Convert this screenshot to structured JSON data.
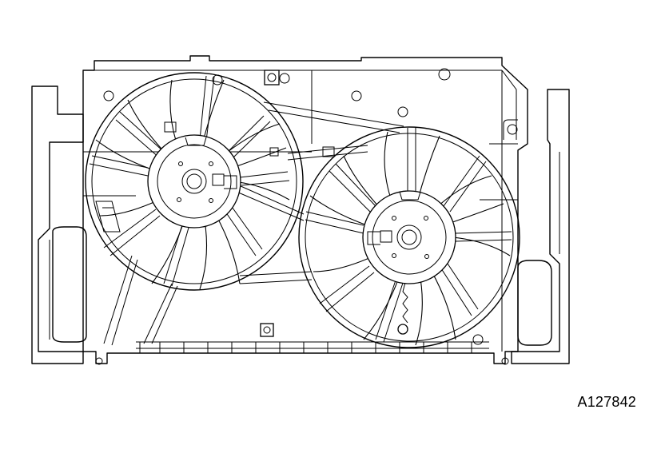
{
  "figure": {
    "id_label": "A127842"
  },
  "fans": [
    {
      "name": "left",
      "blades": 11
    },
    {
      "name": "right",
      "blades": 11
    }
  ]
}
